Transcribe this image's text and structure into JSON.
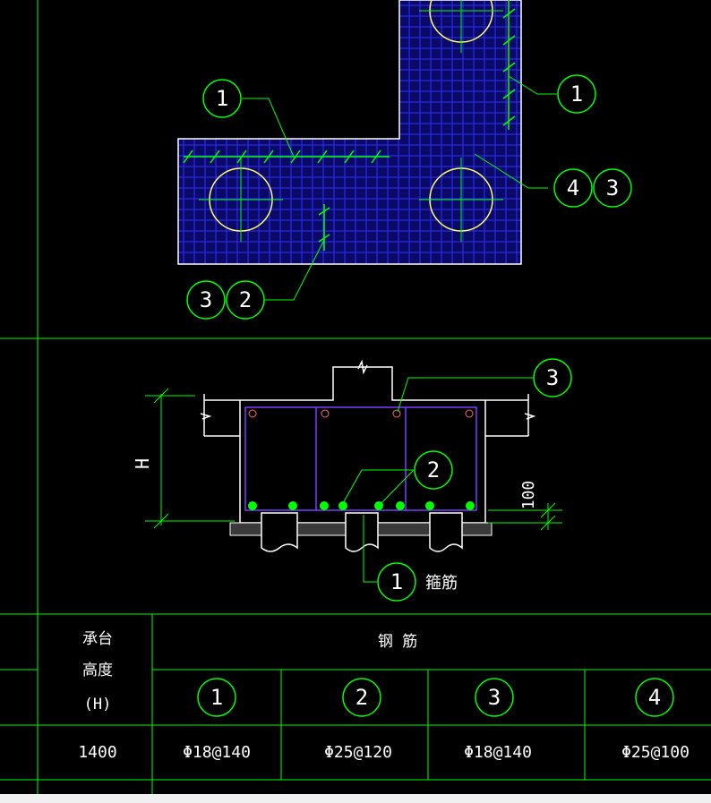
{
  "plan_labels": {
    "bubble_top_left": "1",
    "bubble_right": "1",
    "bubble_right_pair": [
      "4",
      "3"
    ],
    "bubble_bottom_pair": [
      "3",
      "2"
    ]
  },
  "section_labels": {
    "dimension_h": "H",
    "dimension_100": "100",
    "bubble_top": "3",
    "bubble_mid": "2",
    "bubble_bottom": "1",
    "stirrup_label": "箍筋"
  },
  "table": {
    "header_height_lines": [
      "承台",
      "高度",
      "(H)"
    ],
    "header_rebar": "钢  筋",
    "rebar_numbers": [
      "1",
      "2",
      "3",
      "4"
    ],
    "row_height": "1400",
    "row_values": [
      "Φ18@140",
      "Φ25@120",
      "Φ18@140",
      "Φ25@100"
    ]
  },
  "colors": {
    "frame_green": "#00ff00",
    "grid_blue": "#2020ff",
    "outline_white": "#ffffff",
    "pile_yellow": "#ffff66",
    "rebar_green": "#00ff00",
    "section_purple": "#7a3cff"
  }
}
